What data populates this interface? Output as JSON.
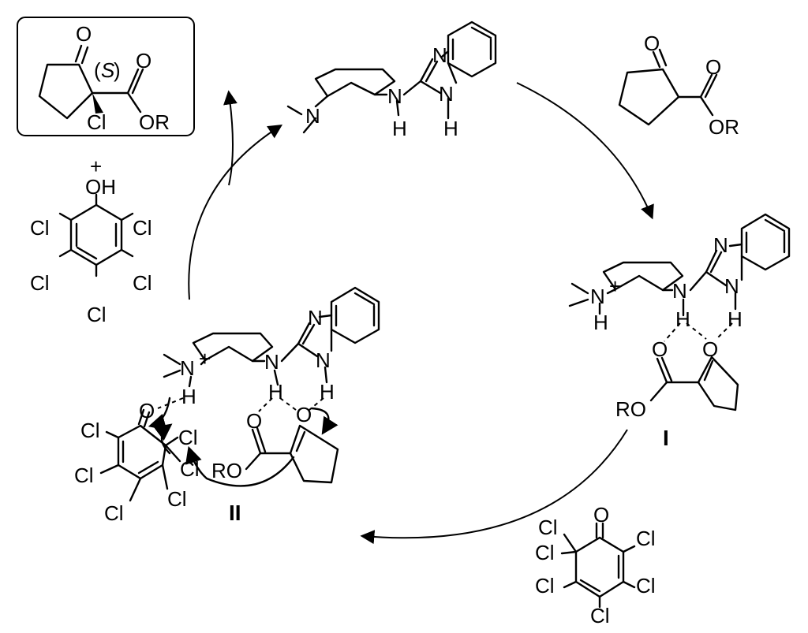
{
  "labels": {
    "O": "O",
    "OH": "OH",
    "Cl": "Cl",
    "N": "N",
    "NH": "N",
    "H": "H",
    "OR": "OR",
    "RO": "RO",
    "plus_charge": "+",
    "S_open": "(",
    "S": "S",
    "S_close": ")",
    "plus_sign": "+",
    "intermediate_I": "I",
    "intermediate_II": "II"
  },
  "colors": {
    "ink": "#000000",
    "background": "#ffffff"
  }
}
